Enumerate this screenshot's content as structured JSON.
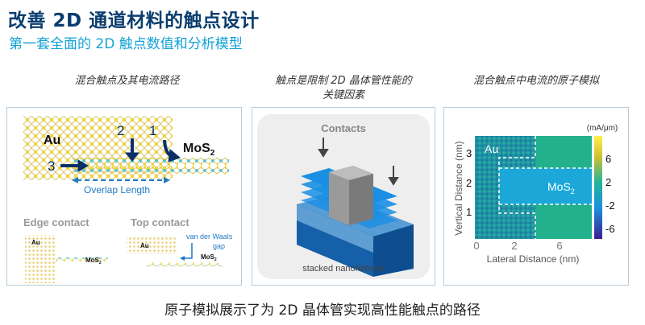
{
  "header": {
    "title": "改善 2D 通道材料的触点设计",
    "subtitle": "第一套全面的 2D 触点数值和分析模型"
  },
  "panels": [
    {
      "caption": "混合触点及其电流路径",
      "labels": {
        "au": "Au",
        "mos2": "MoS",
        "sub": "2",
        "n1": "1",
        "n2": "2",
        "n3": "3",
        "overlap": "Overlap Length",
        "edge": "Edge contact",
        "top": "Top contact",
        "vdw1": "van der Waals",
        "vdw2": "gap"
      }
    },
    {
      "caption_line1": "触点是限制 2D 晶体管性能的",
      "caption_line2": "关键因素",
      "labels": {
        "contacts": "Contacts",
        "nanoribbons": "stacked nanoribbons"
      }
    },
    {
      "caption": "混合触点中电流的原子模拟",
      "labels": {
        "au": "Au",
        "mos2": "MoS",
        "sub": "2",
        "unit": "(mA/μm)",
        "ylabel": "Vertical Distance (nm)",
        "xlabel": "Lateral Distance (nm)",
        "xticks": [
          "0",
          "2",
          "6"
        ],
        "yticks": [
          "3",
          "2",
          "1"
        ],
        "cticks": [
          "6",
          "2",
          "-2",
          "-6"
        ]
      }
    }
  ],
  "footer": "原子模拟展示了为 2D 晶体管实现高性能触点的路径",
  "colors": {
    "title": "#0a3d6e",
    "subtitle": "#13a1d6",
    "au": "#e8c93a",
    "arrow": "#0b2f66"
  }
}
